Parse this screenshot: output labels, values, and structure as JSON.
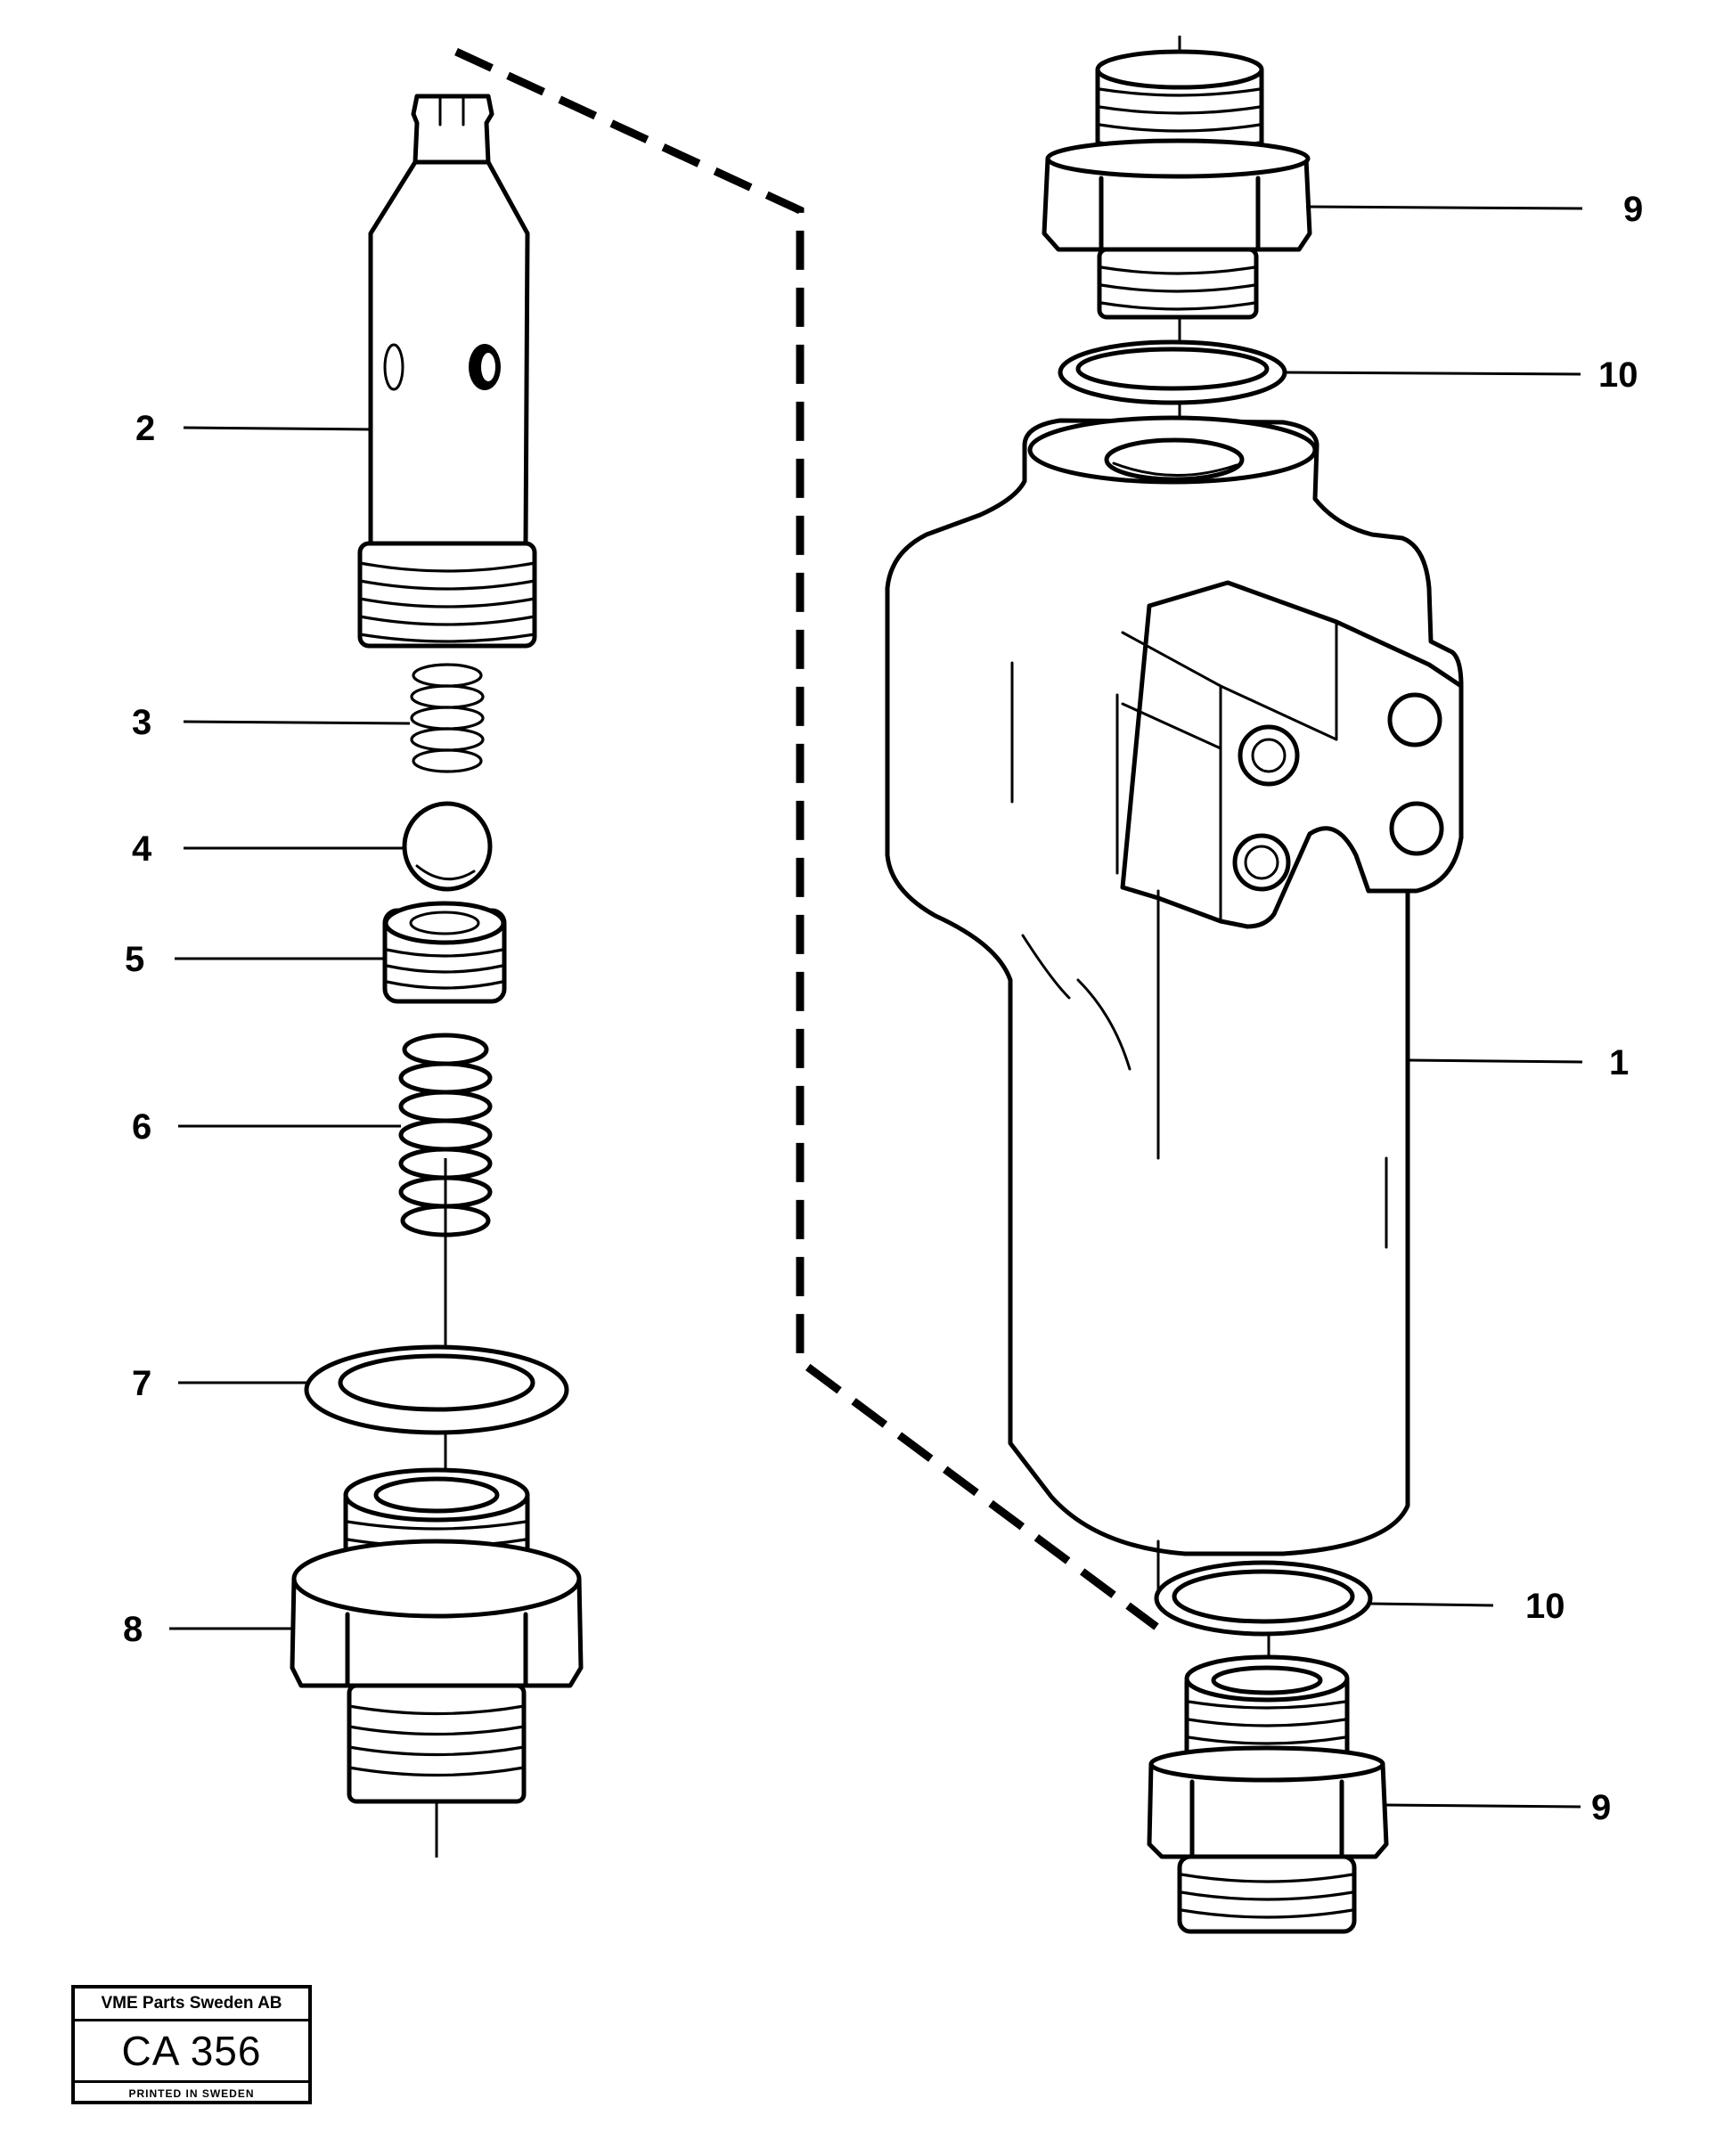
{
  "callouts": {
    "c1": "1",
    "c2": "2",
    "c3": "3",
    "c4": "4",
    "c5": "5",
    "c6": "6",
    "c7": "7",
    "c8": "8",
    "c9_top": "9",
    "c9_bottom": "9",
    "c10_top": "10",
    "c10_bottom": "10"
  },
  "stamp": {
    "company": "VME Parts Sweden AB",
    "code": "CA 356",
    "printed": "PRINTED IN SWEDEN"
  }
}
